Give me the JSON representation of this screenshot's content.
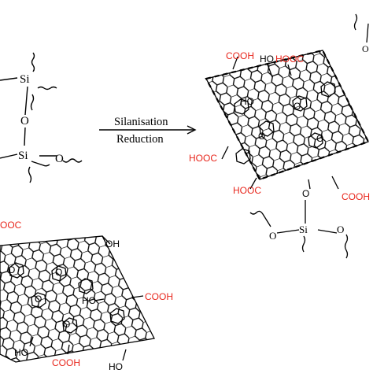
{
  "reaction": {
    "step1": "Silanisation",
    "step2": "Reduction"
  },
  "labels": {
    "si": "Si",
    "o": "O",
    "oh": "OH",
    "ho": "HO",
    "cooh": "COOH",
    "hooc": "HOOC",
    "ooc_partial": "OOC",
    "o_dash": "O"
  },
  "colors": {
    "bond": "#000000",
    "carboxyl": "#e8261c"
  }
}
